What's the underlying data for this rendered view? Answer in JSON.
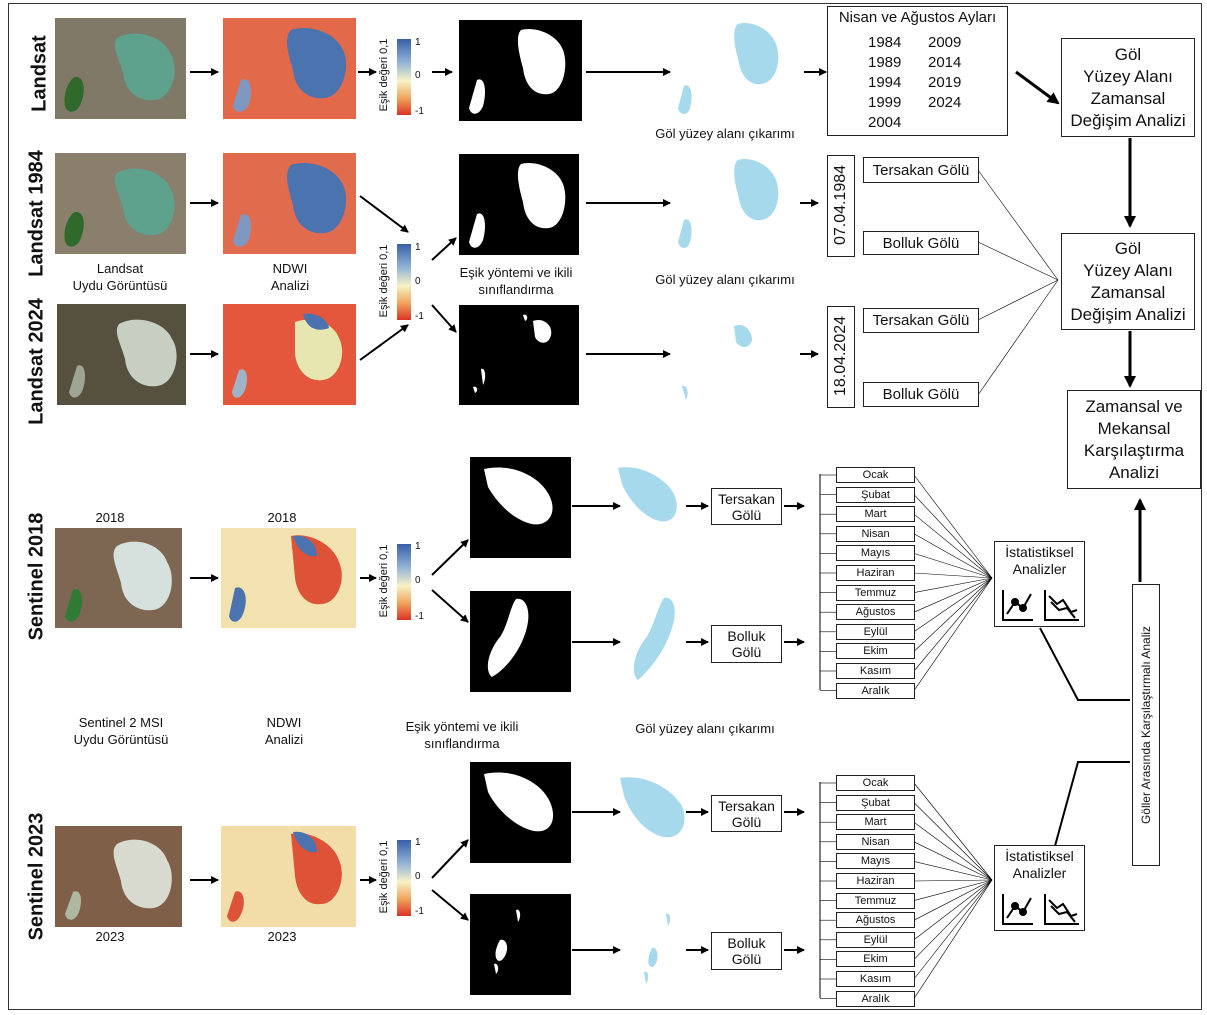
{
  "rows": {
    "landsat": "Landsat",
    "landsat1984": "Landsat 1984",
    "landsat2024": "Landsat 2024",
    "sentinel2018": "Sentinel 2018",
    "sentinel2023": "Sentinel 2023"
  },
  "captions": {
    "landsat_image": "Landsat\nUydu Görüntüsü",
    "ndwi": "NDWI\nAnalizi",
    "threshold": "Eşik yöntemi ve ikili\nsınıflandırma",
    "extraction": "Göl yüzey alanı çıkarımı",
    "sentinel_image": "Sentinel 2 MSI\nUydu Görüntüsü",
    "year2018": "2018",
    "year2023": "2023"
  },
  "colorbar": {
    "label": "Eşik değeri 0,1",
    "ticks": [
      "1",
      "0",
      "-1"
    ]
  },
  "years_box": {
    "title": "Nisan ve Ağustos Ayları",
    "years": [
      "1984",
      "2009",
      "1989",
      "2014",
      "1994",
      "2019",
      "1999",
      "2024",
      "2004",
      ""
    ]
  },
  "analysis": {
    "temporal_1": "Göl\nYüzey Alanı\nZamansal\nDeğişim Analizi",
    "temporal_2": "Göl\nYüzey Alanı\nZamansal\nDeğişim Analizi",
    "spatiotemporal": "Zamansal ve\nMekansal\nKarşılaştırma\nAnalizi",
    "comparison": "Göller Arasında Karşılaştırmalı Analiz",
    "statistical": "İstatistiksel\nAnalizler"
  },
  "dates": {
    "d1984": "07.04.1984",
    "d2024": "18.04.2024"
  },
  "lakes": {
    "tersakan": "Tersakan Gölü",
    "bolluk": "Bolluk Gölü",
    "tersakan_split": "Tersakan\nGölü",
    "bolluk_split": "Bolluk\nGölü"
  },
  "months": [
    "Ocak",
    "Şubat",
    "Mart",
    "Nisan",
    "Mayıs",
    "Haziran",
    "Temmuz",
    "Ağustos",
    "Eylül",
    "Ekim",
    "Kasım",
    "Aralık"
  ],
  "colors": {
    "water_mask": "#a7d9ec",
    "ndwi_high": "#3b5fa8",
    "ndwi_low": "#d93425",
    "binary_water": "#ffffff",
    "binary_bg": "#000000"
  }
}
